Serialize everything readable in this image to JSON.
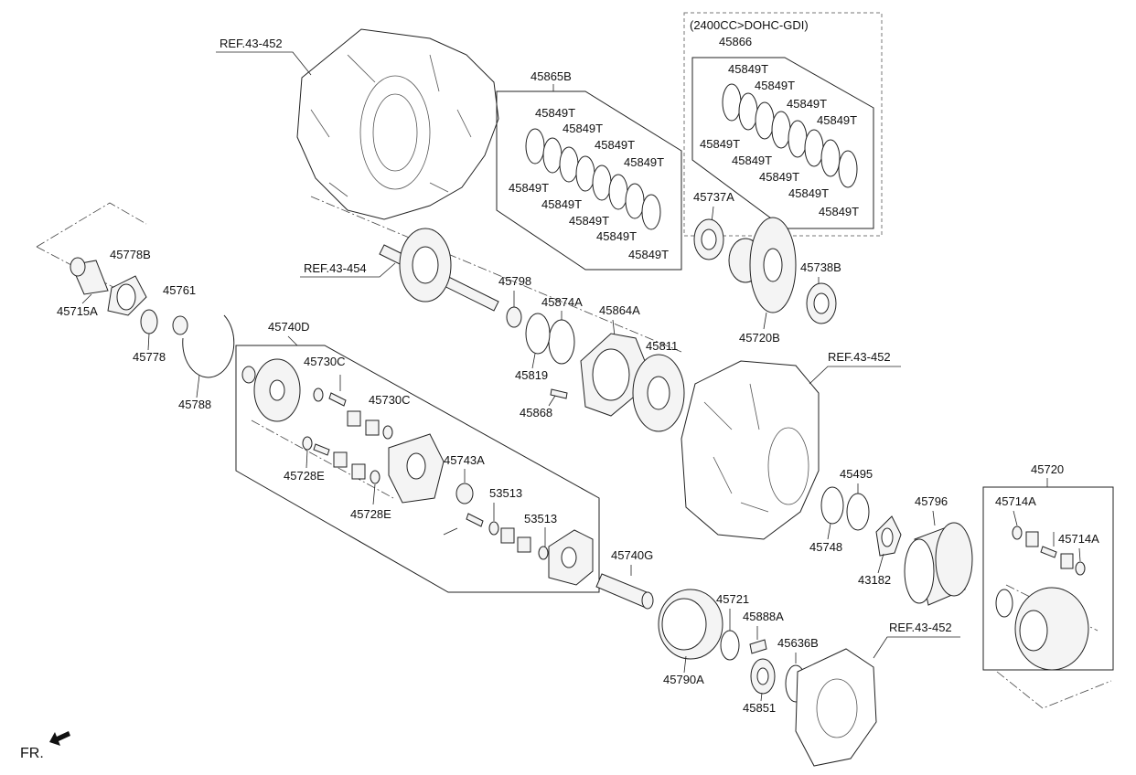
{
  "refs": {
    "ref_top_left": "REF.43-452",
    "ref_shaft": "REF.43-454",
    "ref_mid_right": "REF.43-452",
    "ref_bottom_right": "REF.43-452"
  },
  "gdi_note": "(2400CC>DOHC-GDI)",
  "kits": {
    "k45866": "45866",
    "k45865B": "45865B"
  },
  "ring_set_label": "45849T",
  "parts": {
    "p45778B": "45778B",
    "p45715A": "45715A",
    "p45761": "45761",
    "p45778": "45778",
    "p45788": "45788",
    "p45740D": "45740D",
    "p45730C_1": "45730C",
    "p45730C_2": "45730C",
    "p45728E_1": "45728E",
    "p45728E_2": "45728E",
    "p45743A": "45743A",
    "p53513_1": "53513",
    "p53513_2": "53513",
    "p45798": "45798",
    "p45874A": "45874A",
    "p45864A": "45864A",
    "p45819": "45819",
    "p45868": "45868",
    "p45811": "45811",
    "p45737A": "45737A",
    "p45738B": "45738B",
    "p45720B": "45720B",
    "p45495": "45495",
    "p45748": "45748",
    "p45796": "45796",
    "p43182": "43182",
    "p45720": "45720",
    "p45714A_1": "45714A",
    "p45714A_2": "45714A",
    "p45740G": "45740G",
    "p45721": "45721",
    "p45888A": "45888A",
    "p45636B": "45636B",
    "p45790A": "45790A",
    "p45851": "45851"
  },
  "fr_label": "FR."
}
